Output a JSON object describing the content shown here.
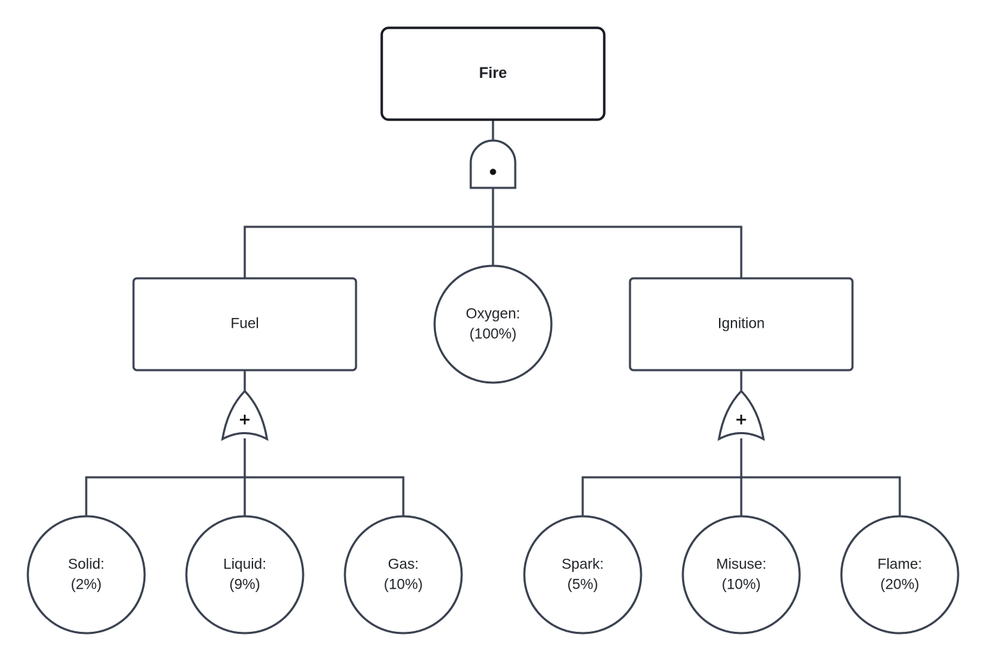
{
  "top_event": {
    "label": "Fire"
  },
  "and_gate": {
    "symbol": "•"
  },
  "fuel": {
    "label": "Fuel",
    "gate_symbol": "+",
    "children": [
      {
        "label": "Solid:",
        "value": "(2%)"
      },
      {
        "label": "Liquid:",
        "value": "(9%)"
      },
      {
        "label": "Gas:",
        "value": "(10%)"
      }
    ]
  },
  "oxygen": {
    "label": "Oxygen:",
    "value": "(100%)"
  },
  "ignition": {
    "label": "Ignition",
    "gate_symbol": "+",
    "children": [
      {
        "label": "Spark:",
        "value": "(5%)"
      },
      {
        "label": "Misuse:",
        "value": "(10%)"
      },
      {
        "label": "Flame:",
        "value": "(20%)"
      }
    ]
  }
}
